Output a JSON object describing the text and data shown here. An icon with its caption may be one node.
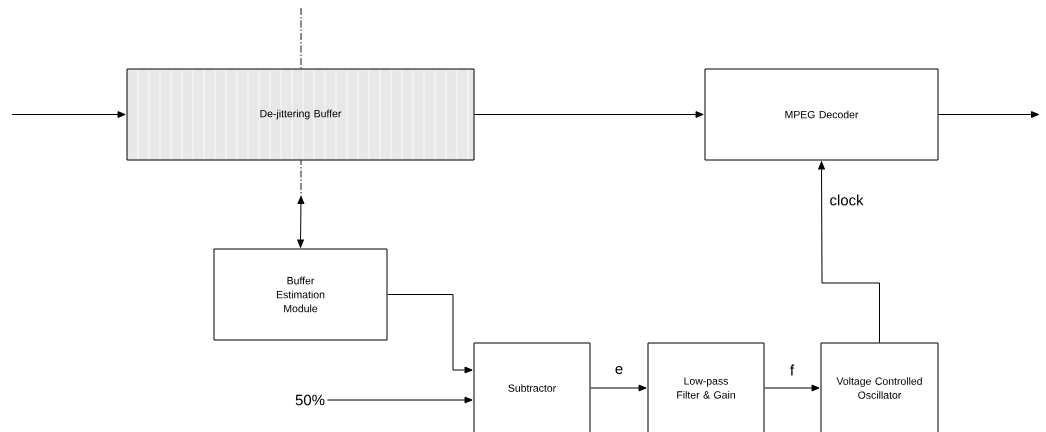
{
  "diagram": {
    "nodes": [
      {
        "text": [
          "De-jittering Buffer"
        ]
      },
      {
        "text": [
          "MPEG Decoder"
        ]
      },
      {
        "text": [
          "Buffer Estimation Module"
        ]
      },
      {
        "text": [
          "50%"
        ]
      },
      {
        "text": [
          "Subtractor"
        ]
      },
      {
        "text": [
          "Low-pass Filter & Gain"
        ]
      },
      {
        "text": [
          "Voltage Controlled Oscillator"
        ]
      }
    ],
    "edges": [
      {
        "from": null,
        "to": 0,
        "arrow": "to"
      },
      {
        "from": 0,
        "to": 1,
        "arrow": "to"
      },
      {
        "from": 1,
        "to": null,
        "arrow": "to"
      },
      {
        "from": null,
        "to": 2,
        "arrow": "both"
      },
      {
        "from": 2,
        "to": 4,
        "arrow": "to"
      },
      {
        "from": 3,
        "to": 4,
        "arrow": "to"
      },
      {
        "from": 4,
        "to": 5,
        "arrow": "to",
        "label": "e"
      },
      {
        "from": 5,
        "to": 6,
        "arrow": "to",
        "label": "f"
      },
      {
        "from": 6,
        "to": 1,
        "arrow": "to",
        "label": "clock"
      }
    ]
  }
}
